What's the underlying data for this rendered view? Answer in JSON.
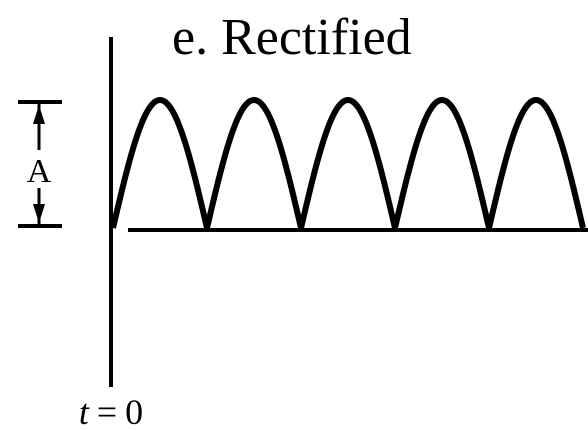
{
  "title": "e. Rectified",
  "amplitude_label": "A",
  "time_origin": {
    "variable": "t",
    "equals": "=",
    "value": "0"
  },
  "waveform": {
    "type": "full-wave rectified sine",
    "humps_visible": 5,
    "color": "#000000"
  },
  "colors": {
    "ink": "#000000",
    "background": "#ffffff"
  }
}
